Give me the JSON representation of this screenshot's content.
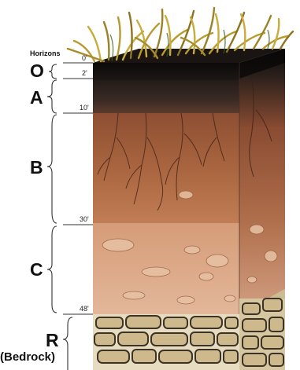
{
  "diagram": {
    "heading": "Horizons",
    "horizons": [
      {
        "letter": "O",
        "fill": "#0e0c0b"
      },
      {
        "letter": "A",
        "fill": "#2f2320"
      },
      {
        "letter": "B",
        "fill": "#a9653f"
      },
      {
        "letter": "C",
        "fill": "#dba98a"
      },
      {
        "letter": "R",
        "fill": "#c9b88e"
      }
    ],
    "bedrock_label": "(Bedrock)",
    "depths": [
      "0'",
      "2'",
      "10'",
      "30'",
      "48'"
    ],
    "grass_color": "#b89a2e"
  }
}
